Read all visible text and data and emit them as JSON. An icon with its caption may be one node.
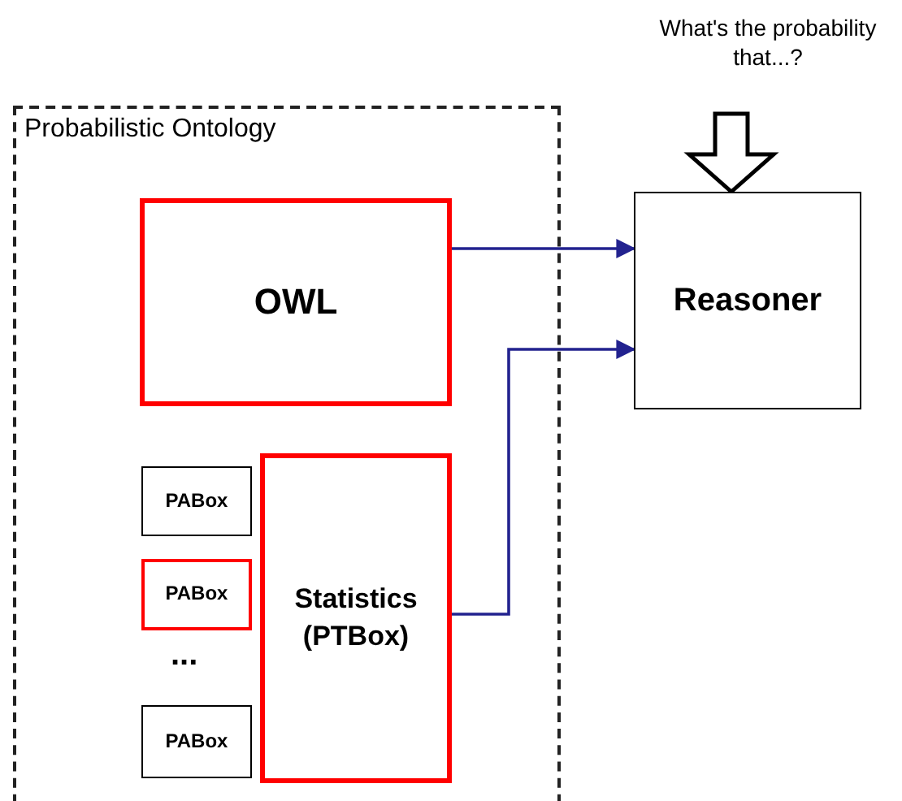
{
  "diagram": {
    "nodes": [
      {
        "text": [
          "Probabilistic Ontology"
        ]
      },
      {
        "text": [
          "OWL"
        ],
        "in": 0
      },
      {
        "text": [
          "PABox"
        ],
        "in": 0
      },
      {
        "text": [
          "PABox"
        ],
        "in": 0
      },
      {
        "text": [
          "PABox"
        ],
        "in": 0
      },
      {
        "text": [
          "Statistics (PTBox)"
        ],
        "in": 0
      },
      {
        "text": [
          "What's the probability that...?"
        ]
      },
      {
        "text": [
          "Reasoner"
        ]
      }
    ],
    "edges": [
      {
        "from": 6,
        "to": 7,
        "arrow": "to",
        "style": "thick",
        "color": "#000000"
      },
      {
        "from": 1,
        "to": 7,
        "arrow": "to"
      },
      {
        "from": 5,
        "to": 7,
        "arrow": "to"
      }
    ],
    "labels": [
      "..."
    ]
  }
}
